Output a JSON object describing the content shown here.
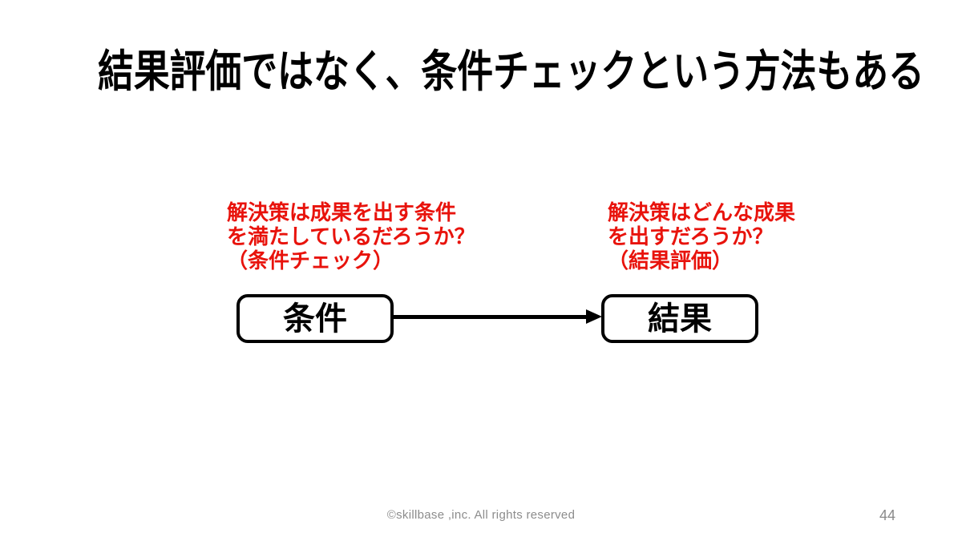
{
  "slide": {
    "title": "結果評価ではなく、条件チェックという方法もある",
    "left_annotation": {
      "lines": [
        "解決策は成果を出す条件",
        "を満たしているだろうか？",
        "（条件チェック）"
      ]
    },
    "right_annotation": {
      "lines": [
        "解決策はどんな成果",
        "を出すだろうか？",
        "（結果評価）"
      ]
    },
    "diagram": {
      "left_box_label": "条件",
      "right_box_label": "結果"
    },
    "footer": {
      "copyright": "©skillbase ,inc. All rights reserved",
      "page_number": "44"
    },
    "colors": {
      "annotation_red": "#e8130c",
      "footer_gray": "#8c8c8c",
      "box_border": "#000000",
      "background": "#ffffff"
    }
  }
}
